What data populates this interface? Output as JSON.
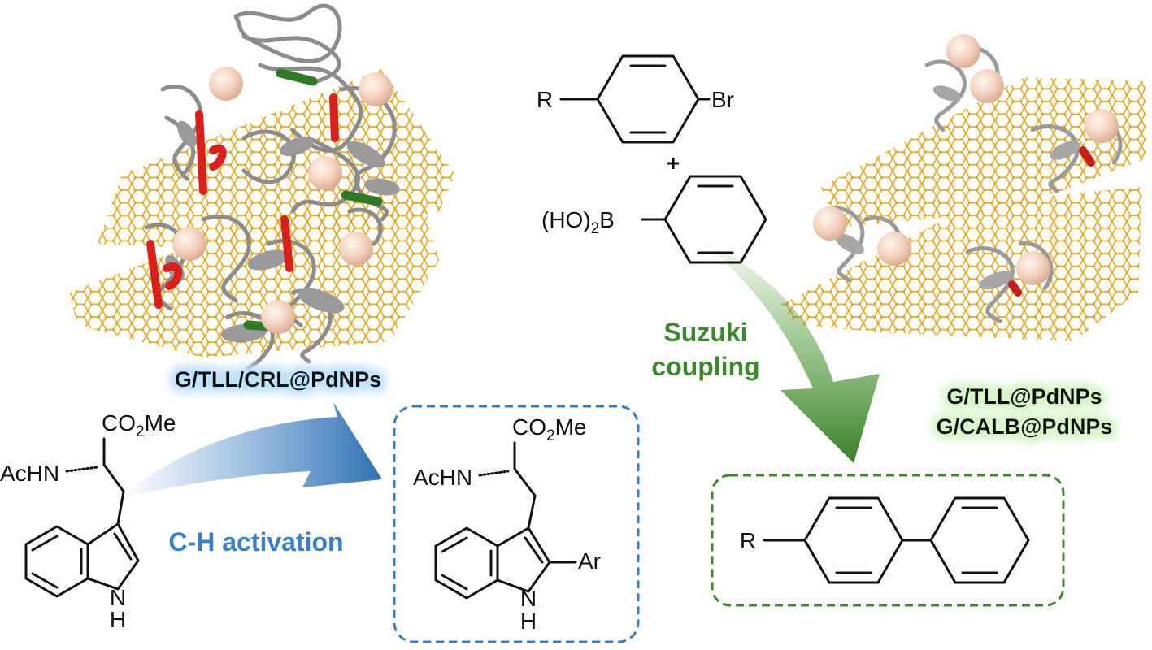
{
  "colors": {
    "graphene": "#e8a317",
    "helix_red": "#d9201b",
    "helix_green": "#2f7a26",
    "protein_grey": "#8c8c8c",
    "pd_sphere": "#f3d2bf",
    "blue_arrow": "#3a7ec2",
    "blue_label": "#3a80c6",
    "green_arrow": "#4f9a38",
    "green_label": "#3c8a2d",
    "blue_box": "#3a7ec2",
    "green_box": "#3c8a2d",
    "blue_glow": "#bfe2fb",
    "green_glow": "#d6f5c8"
  },
  "icons": {
    "left_catalyst": "graphene-sheet-with-enzyme-and-pd-nanoparticles",
    "right_catalyst": "graphene-sheet-with-enzyme-and-pd-nanoparticles"
  },
  "catalysts": {
    "left": "G/TLL/CRL@PdNPs",
    "right_line1": "G/TLL@PdNPs",
    "right_line2": "G/CALB@PdNPs"
  },
  "reactions": {
    "ch_activation": "C-H activation",
    "suzuki_line1": "Suzuki",
    "suzuki_line2": "coupling"
  },
  "molecules": {
    "co2me": "CO",
    "co2me_sub": "2",
    "co2me_tail": "Me",
    "achn": "AcHN",
    "nh_n": "N",
    "nh_h": "H",
    "ar": "Ar",
    "r": "R",
    "br": "Br",
    "plus": "+",
    "boronic_ho": "(HO)",
    "boronic_sub": "2",
    "boronic_b": "B"
  }
}
